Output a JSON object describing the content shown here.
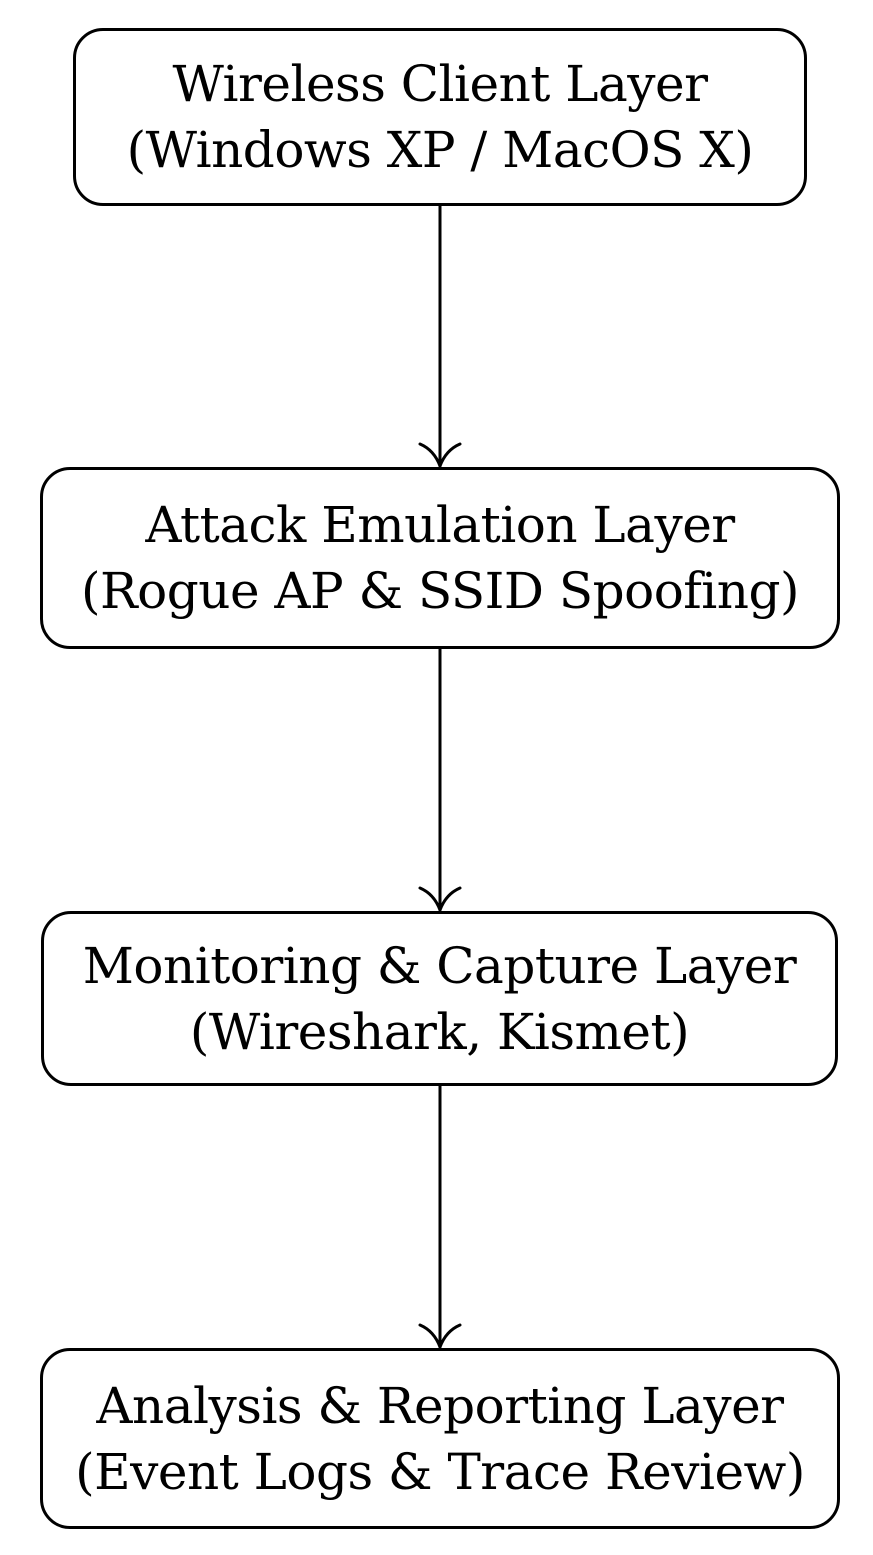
{
  "nodes": [
    {
      "title": "Wireless Client Layer",
      "subtitle": "(Windows XP / MacOS X)"
    },
    {
      "title": "Attack Emulation Layer",
      "subtitle": "(Rogue AP & SSID Spoofing)"
    },
    {
      "title": "Monitoring & Capture Layer",
      "subtitle": "(Wireshark, Kismet)"
    },
    {
      "title": "Analysis & Reporting Layer",
      "subtitle": "(Event Logs & Trace Review)"
    }
  ],
  "edges": [
    {
      "from": 0,
      "to": 1
    },
    {
      "from": 1,
      "to": 2
    },
    {
      "from": 2,
      "to": 3
    }
  ],
  "colors": {
    "stroke": "#000000",
    "background": "#ffffff"
  }
}
